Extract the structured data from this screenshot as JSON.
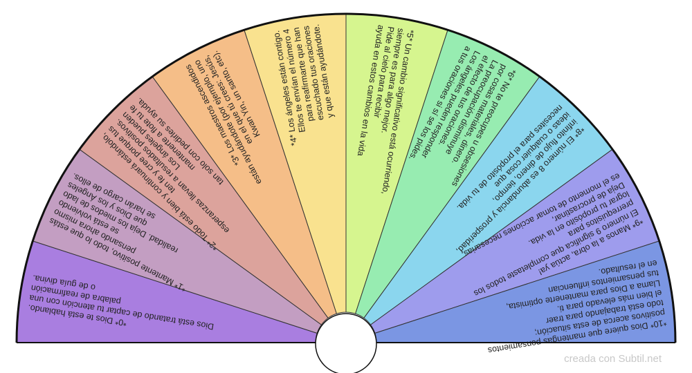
{
  "segments": [
    {
      "id": 0,
      "color": "#a97ee0",
      "lines": [
        "*0* Dios te está hablando.",
        "Dios está tratando de captar tu atención con una",
        "palabra de reafirmación",
        "o de guía divina."
      ]
    },
    {
      "id": 1,
      "color": "#c39ec2",
      "lines": [
        "*1* Mantente positivo, todo lo que estás",
        "pensando ahora mismo",
        "se está volviendo",
        "realidad. Deja los miedos de lado",
        "que Dios y los Ángeles",
        "se harán cargo de ellos."
      ]
    },
    {
      "id": 2,
      "color": "#dca39c",
      "lines": [
        "*2* Todo está bien y continuará estándolo,",
        "ten fe y cree porque tus",
        "esperanzas llevan a resultados positivos.",
        "Los ángeles pueden",
        "mantenerte a flote tu fe",
        "tan solo con pedirles su ayuda."
      ]
    },
    {
      "id": 3,
      "color": "#f5be88",
      "lines": [
        "*3* Los maestros ascendidos",
        "están ayudándote (por ejemplo, uno",
        "en el que tú crees: Jesús,",
        "Kwan Yin, un santo, etc)."
      ]
    },
    {
      "id": 4,
      "color": "#f9e28f",
      "lines": [
        "*4* Los ángeles están contigo.",
        "Ellos te envían el número 4",
        "para reafirmarte que han",
        "escuchado tus oraciones",
        "y que están ayudándote."
      ]
    },
    {
      "id": 5,
      "color": "#d6f58f",
      "lines": [
        "*5* Un cambio significativo está ocurriendo,",
        "siempre es para algo mejor.",
        "Pide al cielo para recibir",
        "ayuda en estos cambios en la vida"
      ]
    },
    {
      "id": 6,
      "color": "#97ecb1",
      "lines": [
        "*6* No te preocupes u obsesiones",
        "por cosas materiales, dinero.",
        "La preocupación disminuye",
        "el efecto de tus oraciones.",
        "Los ángeles pueden responder",
        "a tus oraciones si sí se los pides."
      ]
    },
    {
      "id": 7,
      "color": "#8bd6ee",
      "lines": [
        "*8* El número 8 es abundancia y prosperidad,",
        "infinito flujo de dinero, tiempo,",
        "ideas o cualquier cosa que",
        "necesites para el propósito de tu vida."
      ]
    },
    {
      "id": 8,
      "color": "#9e9ced",
      "lines": [
        "*9* Manos a la obra, actúa ya!",
        "El número 9 significa que completaste todos los",
        "prerrequisitos para",
        "lograr tu propósito en la vida.",
        "Deja de procrastinar,",
        "es el momento de tomar acciones necesarias."
      ]
    },
    {
      "id": 9,
      "color": "#7b96e3",
      "lines": [
        "*10* Dios quiere que mantengas pensamientos",
        "positivos acerca de esta situación;",
        "todo está trabajando para traer",
        "el bien más elevado para ti.",
        "Llama a Dios para mantenerte optimista,",
        "tus pensamientos influencian",
        "en el resultado."
      ]
    }
  ],
  "footer": {
    "credit": "creada con Subtil.net"
  },
  "palette": {
    "outline": "#111111",
    "background": "#ffffff",
    "credit_color": "#c8c8c8"
  }
}
